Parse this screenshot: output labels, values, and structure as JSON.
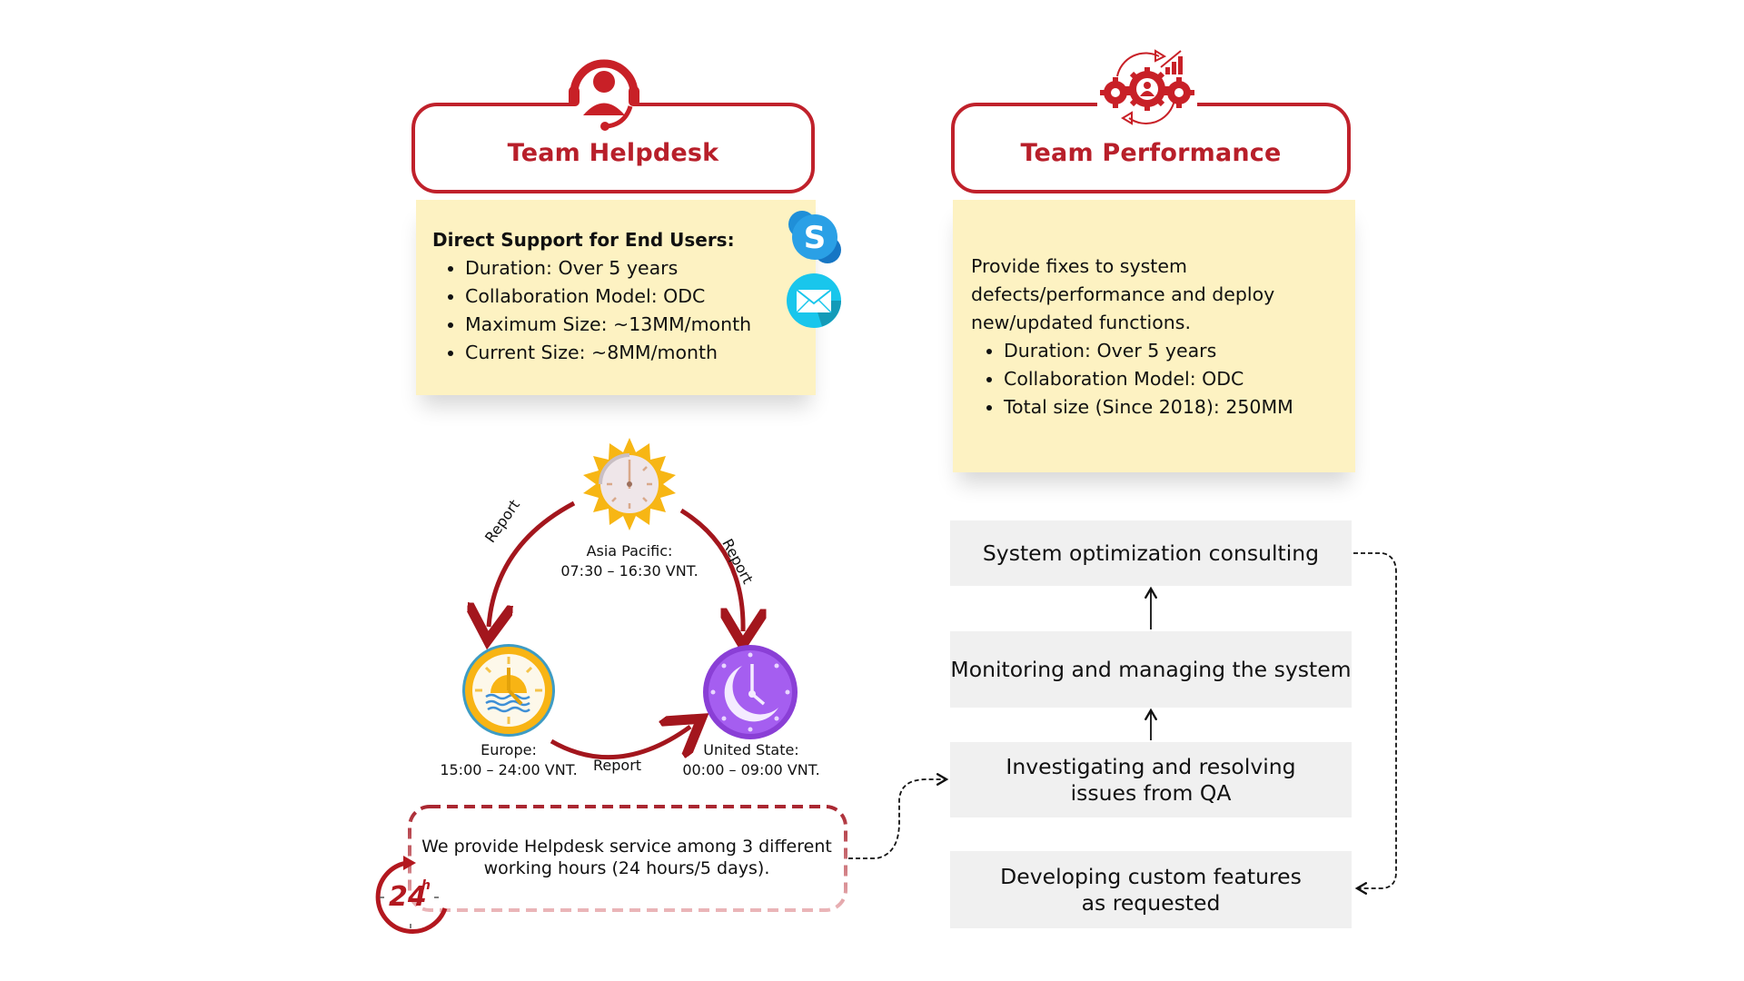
{
  "helpdesk": {
    "title": "Team Helpdesk",
    "icon": "headset-support-icon",
    "note_title": "Direct Support for End Users:",
    "items": [
      "Duration: Over 5 years",
      "Collaboration Model: ODC",
      "Maximum Size: ~13MM/month",
      "Current Size: ~8MM/month"
    ],
    "contact_icons": [
      "skype-icon",
      "email-icon"
    ]
  },
  "performance": {
    "title": "Team Performance",
    "icon": "gears-performance-icon",
    "description_lines": [
      "Provide fixes to system",
      "defects/performance and deploy",
      "new/updated functions."
    ],
    "items": [
      "Duration: Over 5 years",
      "Collaboration Model: ODC",
      "Total size (Since 2018): 250MM"
    ]
  },
  "cycle": {
    "regions": [
      {
        "name": "Asia Pacific:",
        "hours": "07:30 – 16:30 VNT.",
        "icon": "sun-clock-icon"
      },
      {
        "name": "Europe:",
        "hours": "15:00 – 24:00 VNT.",
        "icon": "sunset-clock-icon"
      },
      {
        "name": "United State:",
        "hours": "00:00 – 09:00 VNT.",
        "icon": "moon-clock-icon"
      }
    ],
    "arrow_label": "Report",
    "colors": {
      "arrow": "#a3161d",
      "sun": "#f7b614",
      "moon": "#9b4de0"
    }
  },
  "service_note": {
    "lines": [
      "We provide Helpdesk service among 3 different",
      "working hours (24 hours/5 days)."
    ],
    "badge": "24",
    "badge_sup": "h"
  },
  "flow": {
    "steps": [
      "System optimization consulting",
      "Monitoring and managing the system",
      "Investigating and resolving issues from QA",
      "Developing custom features as requested"
    ]
  },
  "colors": {
    "accent": "#c0212b",
    "note_bg": "#fdf2c2",
    "flow_bg": "#f0f0f0"
  }
}
